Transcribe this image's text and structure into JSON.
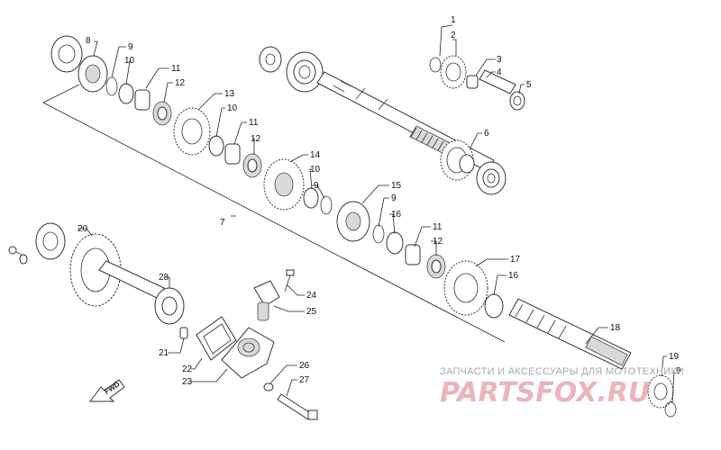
{
  "callouts": [
    "1",
    "2",
    "3",
    "4",
    "5",
    "6",
    "7",
    "8",
    "9",
    "10",
    "11",
    "12",
    "13",
    "10",
    "11",
    "12",
    "14",
    "10",
    "9",
    "15",
    "9",
    "16",
    "11",
    "12",
    "17",
    "16",
    "18",
    "19",
    "9",
    "20",
    "28",
    "21",
    "22",
    "23",
    "24",
    "25",
    "26",
    "27"
  ],
  "fwd_label": "FWD",
  "watermark": {
    "caption": "ЗАПЧАСТИ И АКСЕССУАРЫ ДЛЯ МОТОТЕХНИКИ",
    "brand": "PARTSFOX.RU",
    "brand_color": "#e8a7b0"
  }
}
